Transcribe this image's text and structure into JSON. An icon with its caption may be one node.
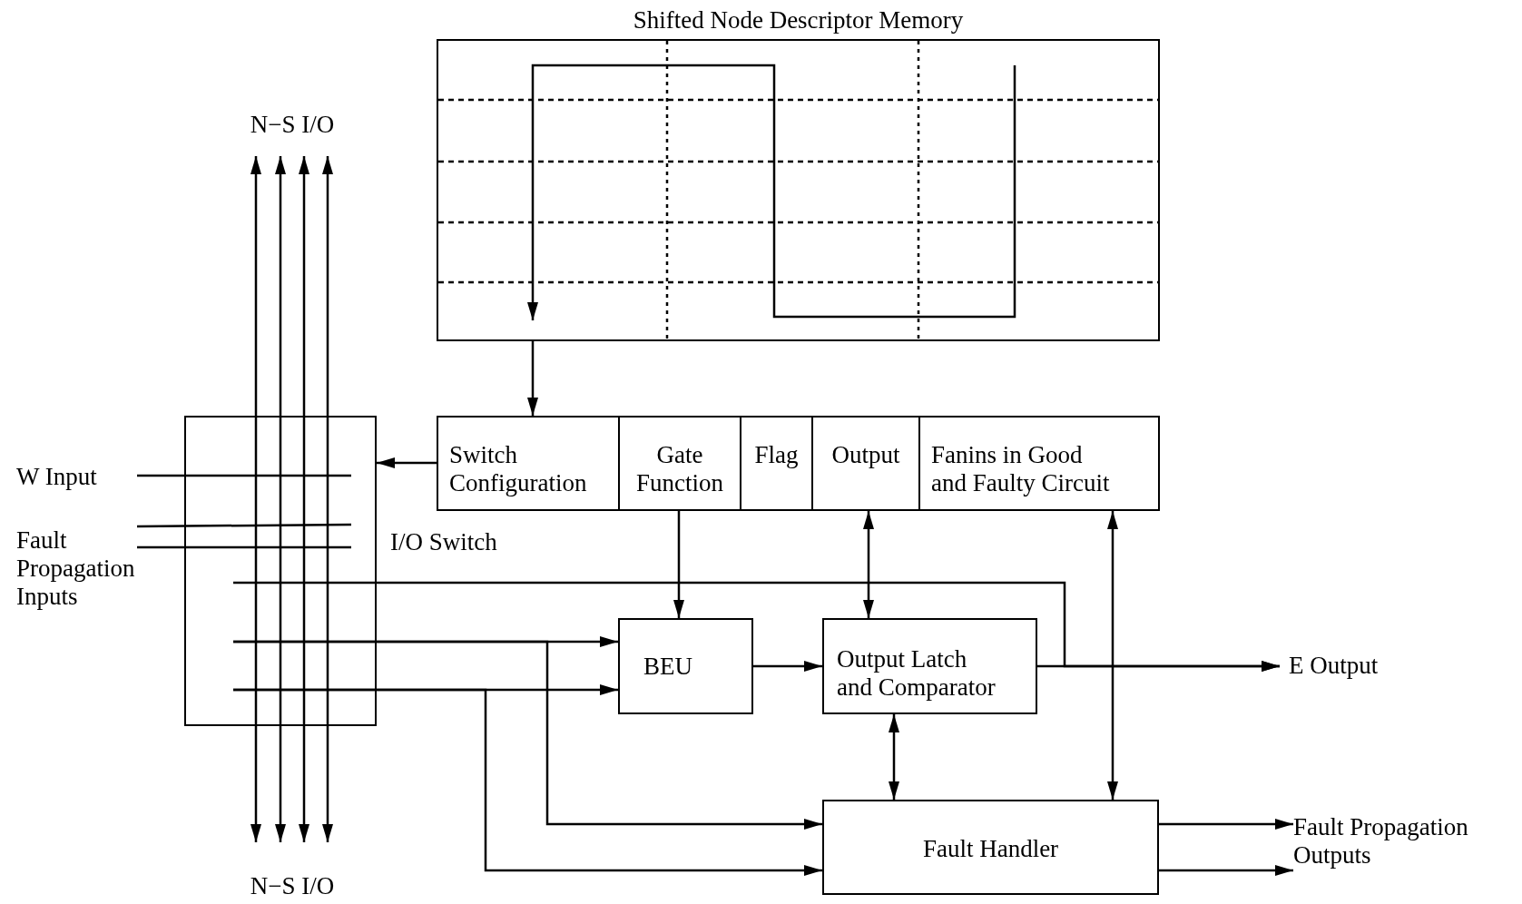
{
  "diagram": {
    "nodes": [
      {
        "text": [
          "Shifted Node Descriptor Memory"
        ]
      },
      {
        "text": [
          "Switch Configuration"
        ]
      },
      {
        "text": [
          "Gate Function"
        ]
      },
      {
        "text": [
          "Flag"
        ]
      },
      {
        "text": [
          "Output"
        ]
      },
      {
        "text": [
          "Fanins in Good and Faulty Circuit"
        ]
      },
      {
        "text": [
          "I/O Switch"
        ]
      },
      {
        "text": [
          "BEU"
        ]
      },
      {
        "text": [
          "Output Latch and Comparator"
        ]
      },
      {
        "text": [
          "Fault Handler"
        ]
      },
      {
        "text": [
          "N−S I/O"
        ]
      },
      {
        "text": [
          "N−S I/O"
        ]
      },
      {
        "text": [
          "W Input"
        ]
      },
      {
        "text": [
          "Fault Propagation Inputs"
        ]
      },
      {
        "text": [
          "E Output"
        ]
      },
      {
        "text": [
          "Fault Propagation Outputs"
        ]
      }
    ],
    "edges": [
      {
        "from": 0,
        "to": 1,
        "arrow": "to"
      },
      {
        "from": 1,
        "to": 6,
        "arrow": "to"
      },
      {
        "from": 6,
        "to": 10,
        "arrow": "to"
      },
      {
        "from": 6,
        "to": 10,
        "arrow": "to"
      },
      {
        "from": 6,
        "to": 10,
        "arrow": "to"
      },
      {
        "from": 6,
        "to": 10,
        "arrow": "to"
      },
      {
        "from": 6,
        "to": 11,
        "arrow": "to"
      },
      {
        "from": 6,
        "to": 11,
        "arrow": "to"
      },
      {
        "from": 6,
        "to": 11,
        "arrow": "to"
      },
      {
        "from": 6,
        "to": 11,
        "arrow": "to"
      },
      {
        "from": 12,
        "to": 6,
        "arrow": "none"
      },
      {
        "from": 13,
        "to": 6,
        "arrow": "none"
      },
      {
        "from": 13,
        "to": 6,
        "arrow": "none"
      },
      {
        "from": 6,
        "to": 14,
        "arrow": "to"
      },
      {
        "from": 6,
        "to": 7,
        "arrow": "to"
      },
      {
        "from": 6,
        "to": 9,
        "arrow": "to"
      },
      {
        "from": 6,
        "to": 7,
        "arrow": "to"
      },
      {
        "from": 6,
        "to": 9,
        "arrow": "to"
      },
      {
        "from": 2,
        "to": 7,
        "arrow": "to"
      },
      {
        "from": 7,
        "to": 8,
        "arrow": "to"
      },
      {
        "from": 4,
        "to": 8,
        "arrow": "both"
      },
      {
        "from": 8,
        "to": 9,
        "arrow": "both"
      },
      {
        "from": 5,
        "to": 9,
        "arrow": "both"
      },
      {
        "from": 8,
        "to": 14,
        "arrow": "to"
      },
      {
        "from": 9,
        "to": 15,
        "arrow": "to"
      },
      {
        "from": 9,
        "to": 15,
        "arrow": "to"
      }
    ]
  }
}
